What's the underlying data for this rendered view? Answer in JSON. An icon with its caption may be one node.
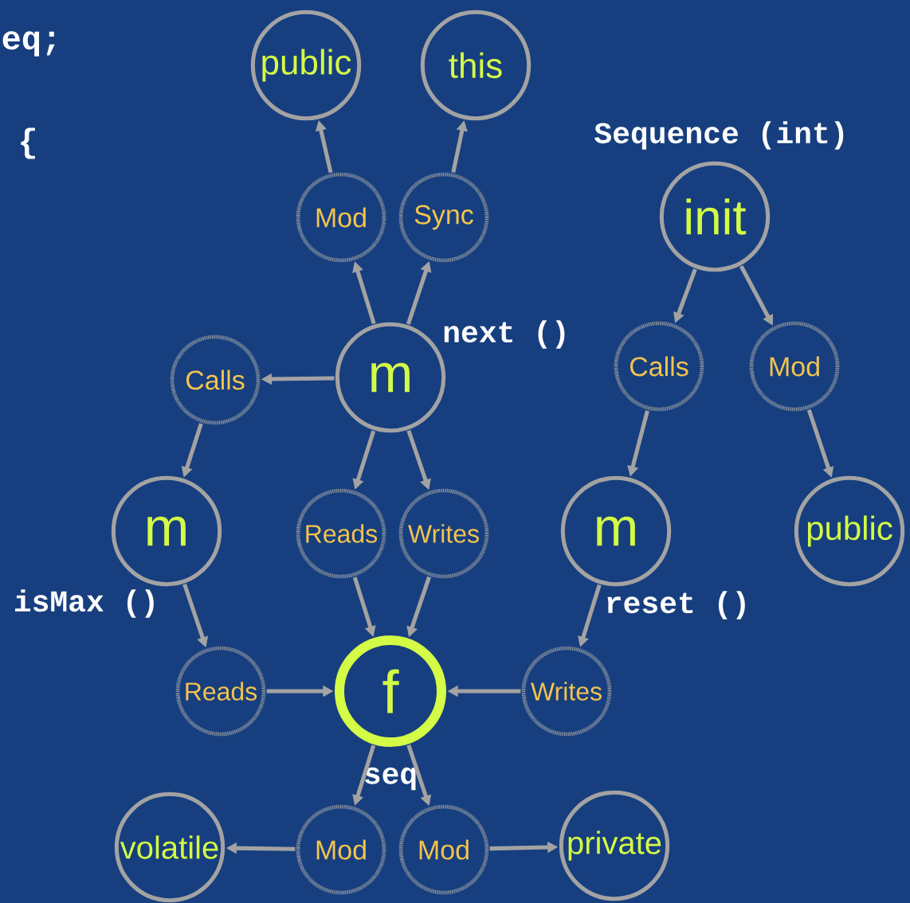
{
  "diagram": {
    "nodes": [
      {
        "text": [
          "public"
        ]
      },
      {
        "text": [
          "this"
        ]
      },
      {
        "text": [
          "Mod"
        ]
      },
      {
        "text": [
          "Sync"
        ]
      },
      {
        "text": [
          "init"
        ],
        "beside": [
          "Sequence (int)"
        ]
      },
      {
        "text": [
          "Calls"
        ]
      },
      {
        "text": [
          "m"
        ],
        "beside": [
          "next ()"
        ]
      },
      {
        "text": [
          "Calls"
        ]
      },
      {
        "text": [
          "Mod"
        ]
      },
      {
        "text": [
          "m"
        ],
        "beside": [
          "isMax ()"
        ]
      },
      {
        "text": [
          "Reads"
        ]
      },
      {
        "text": [
          "Writes"
        ]
      },
      {
        "text": [
          "m"
        ],
        "beside": [
          "reset ()"
        ]
      },
      {
        "text": [
          "public"
        ]
      },
      {
        "text": [
          "Reads"
        ]
      },
      {
        "text": [
          "f"
        ],
        "beside": [
          "seq"
        ]
      },
      {
        "text": [
          "Writes"
        ]
      },
      {
        "text": [
          "volatile"
        ]
      },
      {
        "text": [
          "Mod"
        ]
      },
      {
        "text": [
          "Mod"
        ]
      },
      {
        "text": [
          "private"
        ]
      }
    ],
    "edges": [
      {
        "from": 2,
        "to": 0,
        "arrow": "to"
      },
      {
        "from": 3,
        "to": 1,
        "arrow": "to"
      },
      {
        "from": 6,
        "to": 2,
        "arrow": "to"
      },
      {
        "from": 6,
        "to": 3,
        "arrow": "to"
      },
      {
        "from": 6,
        "to": 5,
        "arrow": "to"
      },
      {
        "from": 6,
        "to": 10,
        "arrow": "to"
      },
      {
        "from": 6,
        "to": 11,
        "arrow": "to"
      },
      {
        "from": 5,
        "to": 9,
        "arrow": "to"
      },
      {
        "from": 9,
        "to": 14,
        "arrow": "to"
      },
      {
        "from": 14,
        "to": 15,
        "arrow": "to"
      },
      {
        "from": 10,
        "to": 15,
        "arrow": "to"
      },
      {
        "from": 11,
        "to": 15,
        "arrow": "to"
      },
      {
        "from": 16,
        "to": 15,
        "arrow": "to"
      },
      {
        "from": 15,
        "to": 18,
        "arrow": "to"
      },
      {
        "from": 15,
        "to": 19,
        "arrow": "to"
      },
      {
        "from": 18,
        "to": 17,
        "arrow": "to"
      },
      {
        "from": 19,
        "to": 20,
        "arrow": "to"
      },
      {
        "from": 4,
        "to": 7,
        "arrow": "to"
      },
      {
        "from": 4,
        "to": 8,
        "arrow": "to"
      },
      {
        "from": 7,
        "to": 12,
        "arrow": "to"
      },
      {
        "from": 12,
        "to": 16,
        "arrow": "to"
      },
      {
        "from": 8,
        "to": 13,
        "arrow": "to"
      }
    ],
    "labels": [
      "eq;",
      "{"
    ]
  }
}
